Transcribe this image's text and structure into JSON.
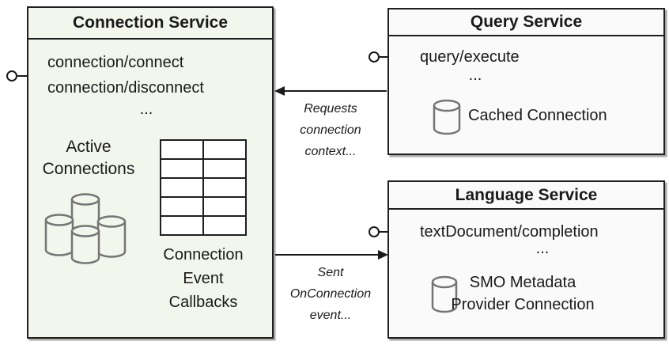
{
  "boxes": {
    "connection_service": {
      "title": "Connection Service",
      "method_connect": "connection/connect",
      "method_disconnect": "connection/disconnect",
      "ellipsis": "...",
      "active_connections_label": "Active Connections",
      "event_callbacks_label": "Connection Event Callbacks",
      "fill": "#f2f6ec"
    },
    "query_service": {
      "title": "Query Service",
      "method_execute": "query/execute",
      "ellipsis": "...",
      "cached_connection_label": "Cached Connection",
      "fill": "#fafafb"
    },
    "language_service": {
      "title": "Language Service",
      "method_completion": "textDocument/completion",
      "ellipsis": "...",
      "smo_connection_label": "SMO Metadata Provider Connection",
      "fill": "#fafafb"
    }
  },
  "arrows": {
    "query_to_connection_label": "Requests connection context...",
    "connection_to_language_label": "Sent OnConnection event..."
  },
  "icons": {
    "connection_cluster": "database-cluster-icon",
    "cached_connection": "database-cylinder-icon",
    "smo_connection": "database-cylinder-icon",
    "interface_connector": "lollipop-interface-icon"
  },
  "colors": {
    "background": "#ffffff",
    "border": "#1f1f1f",
    "text": "#1a1a1a",
    "cylinder_stroke": "#757575",
    "connection_box_fill": "#f2f6ec",
    "service_box_fill": "#fafafb"
  }
}
